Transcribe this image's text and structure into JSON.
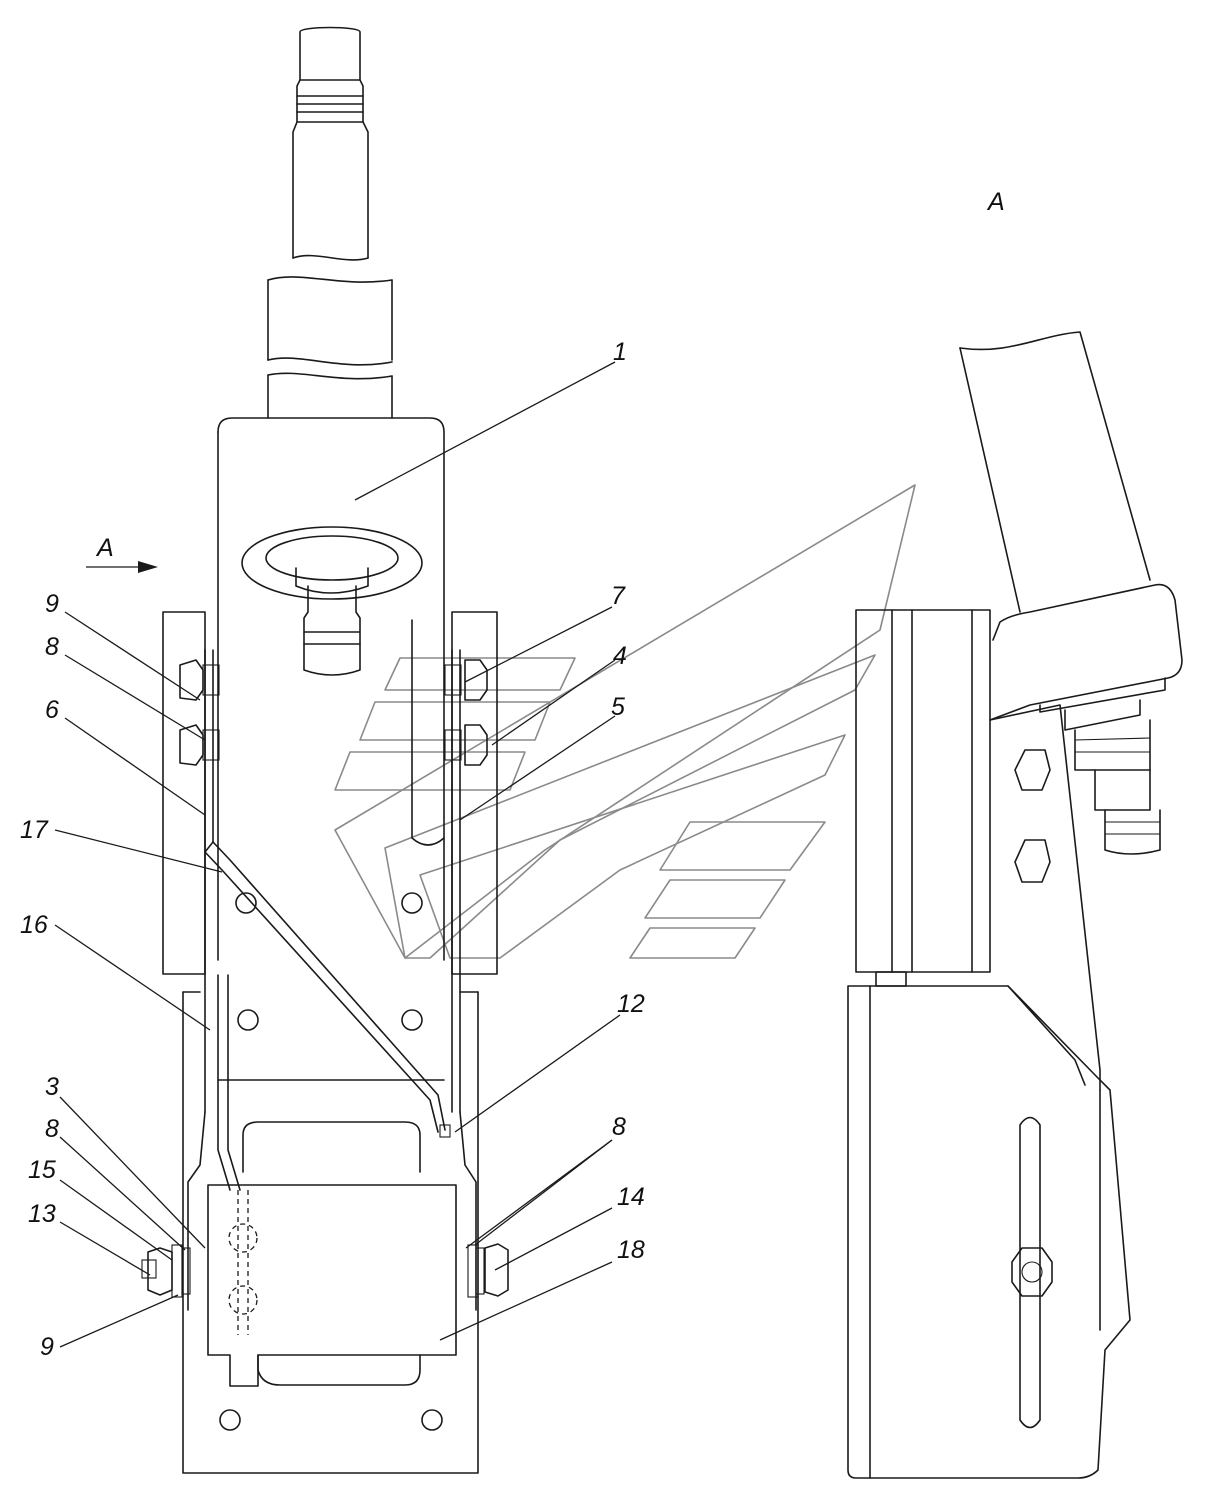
{
  "view_marker": {
    "arrow_letter": "A",
    "view_title": "A"
  },
  "callouts": [
    {
      "id": "c1",
      "text": "1"
    },
    {
      "id": "c7",
      "text": "7"
    },
    {
      "id": "c4",
      "text": "4"
    },
    {
      "id": "c5",
      "text": "5"
    },
    {
      "id": "c9a",
      "text": "9"
    },
    {
      "id": "c8a",
      "text": "8"
    },
    {
      "id": "c6",
      "text": "6"
    },
    {
      "id": "c17",
      "text": "17"
    },
    {
      "id": "c16",
      "text": "16"
    },
    {
      "id": "c12",
      "text": "12"
    },
    {
      "id": "c3",
      "text": "3"
    },
    {
      "id": "c8b",
      "text": "8"
    },
    {
      "id": "c15",
      "text": "15"
    },
    {
      "id": "c13",
      "text": "13"
    },
    {
      "id": "c9b",
      "text": "9"
    },
    {
      "id": "c8c",
      "text": "8"
    },
    {
      "id": "c14",
      "text": "14"
    },
    {
      "id": "c18",
      "text": "18"
    }
  ],
  "colors": {
    "line": "#1a1a1a",
    "watermark": "#8a8a8a",
    "background": "#ffffff"
  }
}
